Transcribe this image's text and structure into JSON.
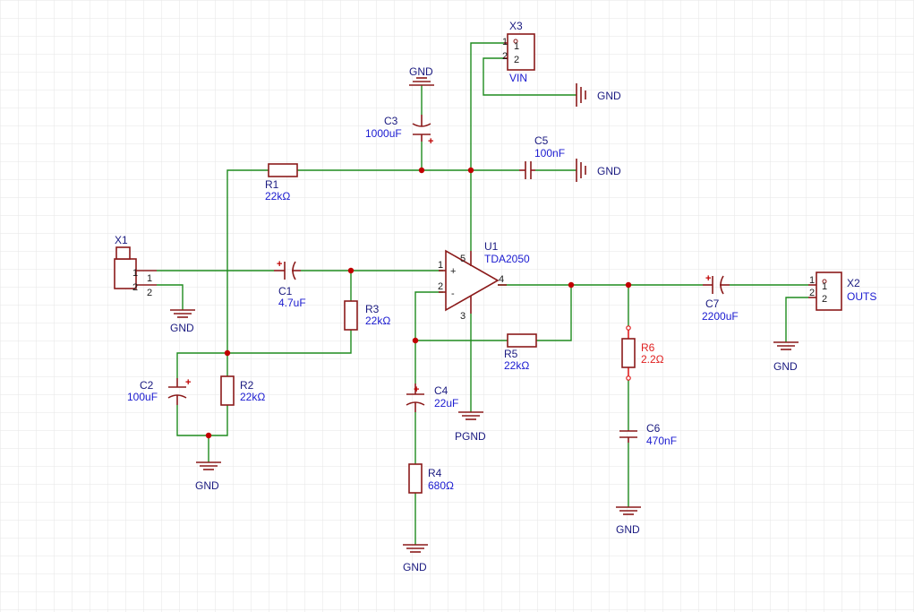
{
  "components": {
    "x1": {
      "designator": "X1",
      "pin1": "1",
      "pin2": "2",
      "pin1_outer": "1",
      "pin2_outer": "2"
    },
    "x2": {
      "designator": "X2",
      "value": "OUTS",
      "pin1": "1",
      "pin2": "2"
    },
    "x3": {
      "designator": "X3",
      "value": "VIN",
      "pin1": "1",
      "pin2": "2",
      "pin1_outer": "1",
      "pin2_outer": "2"
    },
    "r1": {
      "designator": "R1",
      "value": "22kΩ"
    },
    "r2": {
      "designator": "R2",
      "value": "22kΩ"
    },
    "r3": {
      "designator": "R3",
      "value": "22kΩ"
    },
    "r4": {
      "designator": "R4",
      "value": "680Ω"
    },
    "r5": {
      "designator": "R5",
      "value": "22kΩ"
    },
    "r6": {
      "designator": "R6",
      "value": "2.2Ω"
    },
    "c1": {
      "designator": "C1",
      "value": "4.7uF",
      "polarity": "+"
    },
    "c2": {
      "designator": "C2",
      "value": "100uF",
      "polarity": "+"
    },
    "c3": {
      "designator": "C3",
      "value": "1000uF",
      "polarity": "+"
    },
    "c4": {
      "designator": "C4",
      "value": "22uF",
      "polarity": "+"
    },
    "c5": {
      "designator": "C5",
      "value": "100nF"
    },
    "c6": {
      "designator": "C6",
      "value": "470nF"
    },
    "c7": {
      "designator": "C7",
      "value": "2200uF",
      "polarity": "+"
    },
    "u1": {
      "designator": "U1",
      "value": "TDA2050",
      "pin1": "1",
      "pin2": "2",
      "pin3": "3",
      "pin4": "4",
      "pin5": "5",
      "plus": "+",
      "minus": "-"
    }
  },
  "nets": {
    "gnd": "GND",
    "pgnd": "PGND"
  },
  "colors": {
    "wire": "#1e8c1e",
    "part": "#8b1a1a",
    "junction": "#c00000",
    "label": "#1a1ad0",
    "highlight": "#e02020",
    "grid": "#e6e6e6"
  }
}
